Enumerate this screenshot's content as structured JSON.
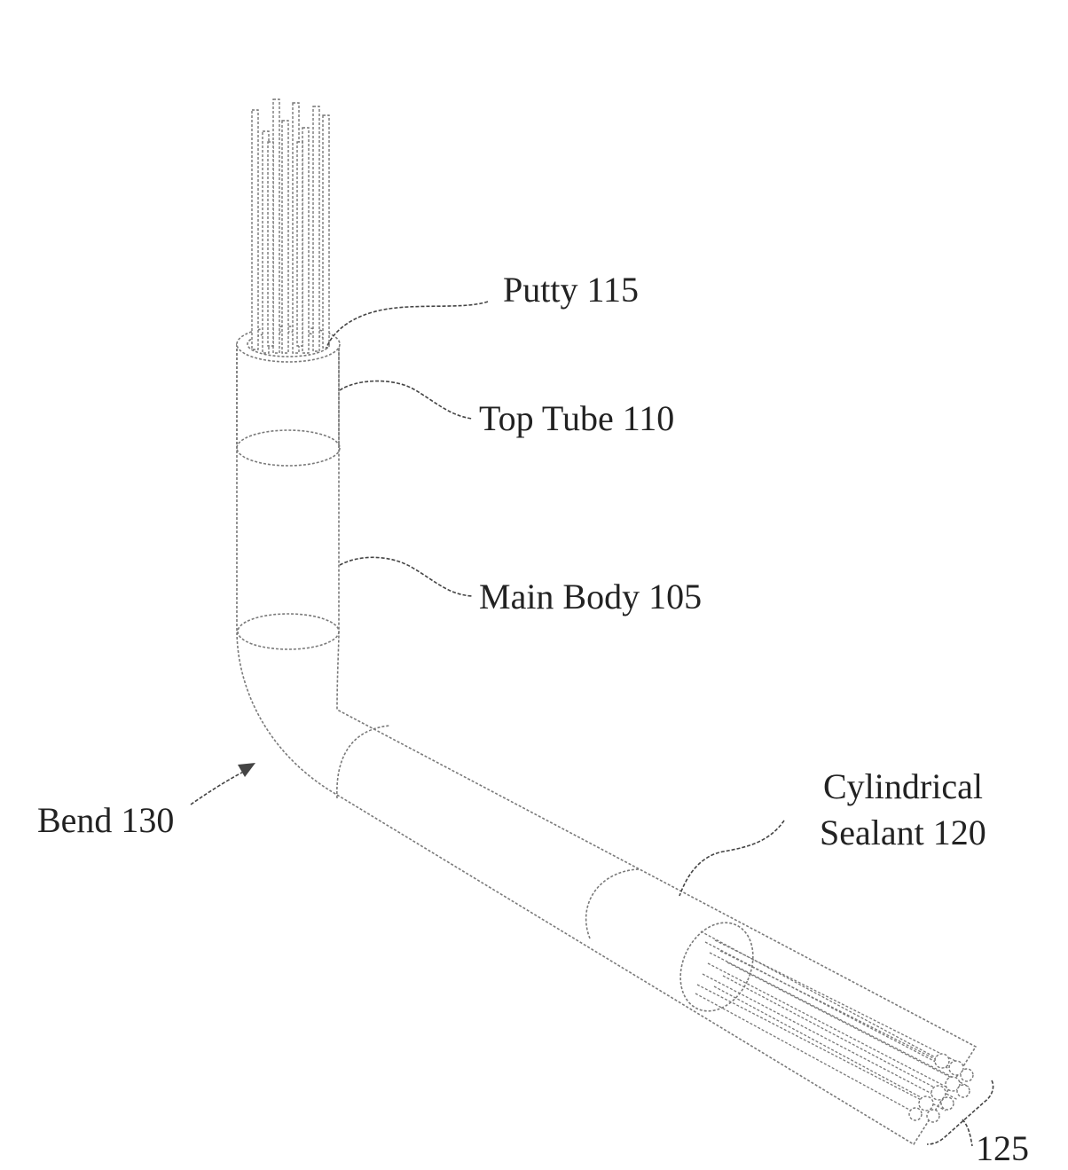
{
  "figure": {
    "labels": {
      "putty": "Putty 115",
      "top_tube": "Top Tube 110",
      "main_body": "Main Body 105",
      "bend": "Bend 130",
      "sealant_line1": "Cylindrical",
      "sealant_line2": "Sealant 120",
      "wire_bundle": "125"
    }
  }
}
